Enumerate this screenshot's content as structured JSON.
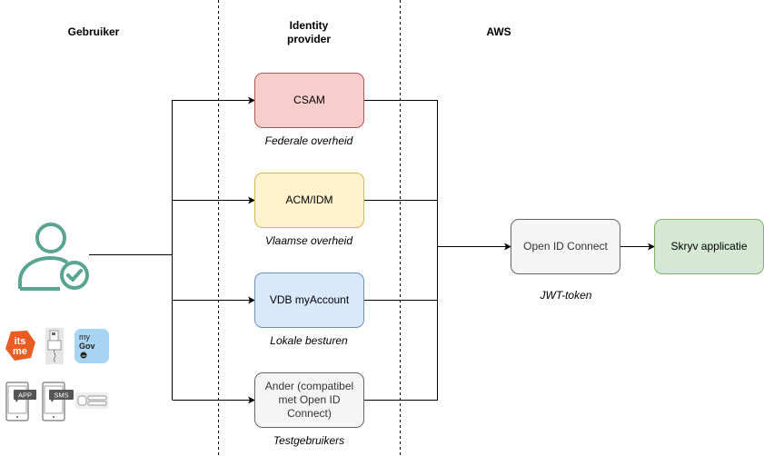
{
  "lanes": {
    "user": "Gebruiker",
    "idp_line1": "Identity",
    "idp_line2": "provider",
    "aws": "AWS"
  },
  "providers": [
    {
      "id": "csam",
      "label": "CSAM",
      "caption": "Federale overheid",
      "fill": "#f8cecc",
      "stroke": "#b85450"
    },
    {
      "id": "acm-idm",
      "label": "ACM/IDM",
      "caption": "Vlaamse overheid",
      "fill": "#fff2cc",
      "stroke": "#d6b656"
    },
    {
      "id": "vdb-myaccount",
      "label": "VDB myAccount",
      "caption": "Lokale besturen",
      "fill": "#dae8fc",
      "stroke": "#6c8ebf"
    },
    {
      "id": "other",
      "label": "Ander (compatibel met Open ID Connect)",
      "caption": "Testgebruikers",
      "fill": "#f5f5f5",
      "stroke": "#666666"
    }
  ],
  "oidc": {
    "label": "Open ID Connect",
    "caption": "JWT-token",
    "fill": "#f5f5f5",
    "stroke": "#666666",
    "text_color": "#333333"
  },
  "app": {
    "label": "Skryv applicatie",
    "fill": "#d5e8d4",
    "stroke": "#82b366"
  },
  "user_icon": {
    "name": "verified-user-icon",
    "color": "#5aa58f"
  },
  "auth_icons": {
    "itsme": {
      "text_top": "its",
      "text_bottom": "me",
      "color": "#e95d22"
    },
    "eid_reader": {
      "color": "#e6e6e6"
    },
    "mygov": {
      "text_top": "my",
      "text_mid": "Gov",
      "text_badge": ".be",
      "color": "#a7d4f2"
    },
    "app_phone": {
      "label": "APP"
    },
    "sms_phone": {
      "label": "SMS"
    },
    "token": {
      "color": "#e6e6e6"
    }
  }
}
